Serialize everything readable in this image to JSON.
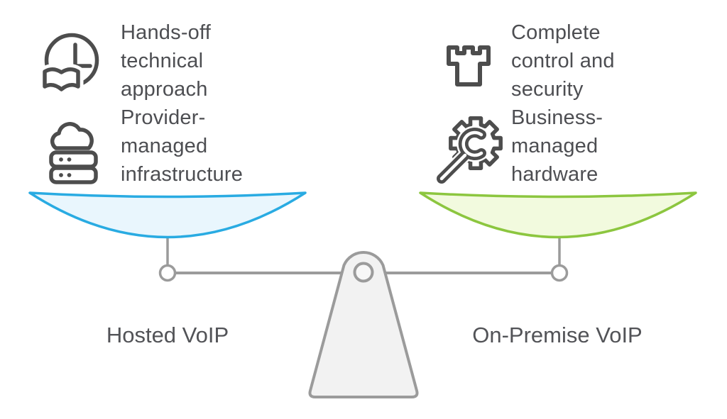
{
  "diagram": {
    "left": {
      "label": "Hosted VoIP",
      "pan_fill": "#e9f6fd",
      "pan_stroke": "#29abe2",
      "features": [
        {
          "icon": "clock-book-icon",
          "text": "Hands-off\ntechnical\napproach"
        },
        {
          "icon": "cloud-server-icon",
          "text": "Provider-\nmanaged\ninfrastructure"
        }
      ]
    },
    "right": {
      "label": "On-Premise VoIP",
      "pan_fill": "#f2fade",
      "pan_stroke": "#8cc63f",
      "features": [
        {
          "icon": "castle-tower-icon",
          "text": "Complete\ncontrol and\nsecurity"
        },
        {
          "icon": "wrench-gear-icon",
          "text": "Business-\nmanaged\nhardware"
        }
      ]
    },
    "colors": {
      "text": "#4d4e52",
      "icon_stroke": "#4d4d4d",
      "scale_gray": "#9b9b9b",
      "fulcrum_fill": "#f2f2f2"
    }
  }
}
